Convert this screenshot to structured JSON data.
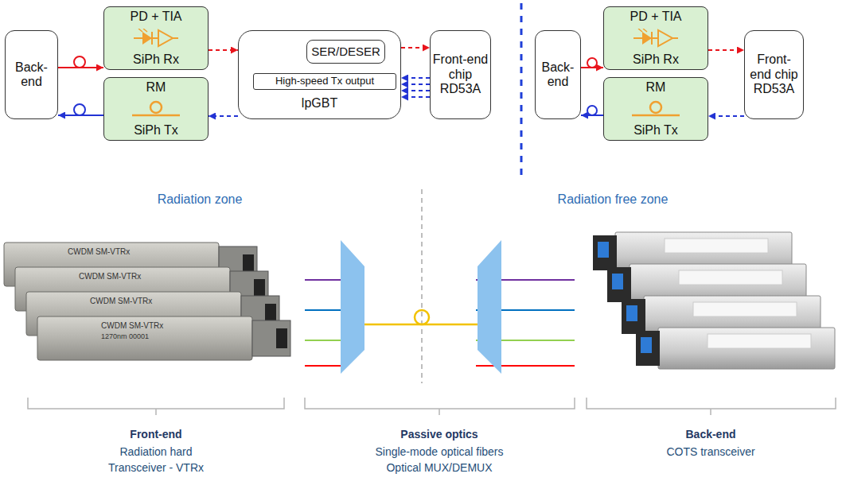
{
  "diagram": {
    "nodes": [
      {
        "text": [
          "Back-end"
        ]
      },
      {
        "text": [
          "PD + TIA",
          "SiPh Rx"
        ]
      },
      {
        "text": [
          "RM",
          "SiPh Tx"
        ]
      },
      {
        "text": [
          "lpGBT"
        ]
      },
      {
        "text": [
          "SER/DESER"
        ],
        "in": 3
      },
      {
        "text": [
          "High-speed Tx output"
        ],
        "in": 3
      },
      {
        "text": [
          "Front-end chip RD53A"
        ]
      },
      {
        "text": [
          "Back-end"
        ]
      },
      {
        "text": [
          "PD + TIA",
          "SiPh Rx"
        ]
      },
      {
        "text": [
          "RM",
          "SiPh Tx"
        ]
      },
      {
        "text": [
          "Front-end chip RD53A"
        ]
      }
    ],
    "edges": [
      {
        "from": 0,
        "to": 1,
        "arrow": "to"
      },
      {
        "from": 1,
        "to": 3,
        "arrow": "to"
      },
      {
        "from": 3,
        "to": 6,
        "arrow": "to"
      },
      {
        "from": 6,
        "to": 3,
        "arrow": "to"
      },
      {
        "from": 6,
        "to": 3,
        "arrow": "to"
      },
      {
        "from": 6,
        "to": 3,
        "arrow": "to"
      },
      {
        "from": 6,
        "to": 3,
        "arrow": "to"
      },
      {
        "from": 3,
        "to": 2,
        "arrow": "to"
      },
      {
        "from": 2,
        "to": 0,
        "arrow": "to"
      },
      {
        "from": 7,
        "to": 8,
        "arrow": "to"
      },
      {
        "from": 8,
        "to": 10,
        "arrow": "to"
      },
      {
        "from": 10,
        "to": 9,
        "arrow": "to"
      },
      {
        "from": 9,
        "to": 7,
        "arrow": "to"
      }
    ],
    "labels": [
      "Radiation zone",
      "Radiation free zone",
      "CWDM SM-VTRx",
      "CWDM SM-VTRx",
      "CWDM SM-VTRx",
      "CWDM SM-VTRx",
      "1270nm 00001",
      "Front-end",
      "Radiation hard",
      "Transceiver - VTRx",
      "Passive optics",
      "Single-mode optical fibers",
      "Optical MUX/DEMUX",
      "Back-end",
      "COTS transceiver"
    ]
  }
}
